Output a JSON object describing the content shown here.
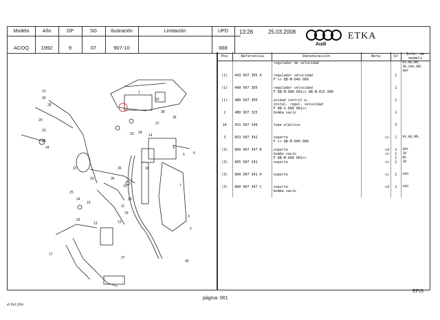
{
  "header": {
    "cols": [
      {
        "label": "Modelo",
        "value": "ACOQ"
      },
      {
        "label": "Año",
        "value": "1992"
      },
      {
        "label": "GP",
        "value": "9"
      },
      {
        "label": "SG",
        "value": "07"
      },
      {
        "label": "Ilustración",
        "value": "907-10"
      },
      {
        "label": "Limitación",
        "value": ""
      },
      {
        "label": "UPD",
        "value": "668"
      }
    ],
    "time": "13:26",
    "date": "25.03.2008",
    "brand": "Audi",
    "app": "ETKA"
  },
  "table": {
    "headers": [
      "Pos",
      "Referencia",
      "Denominación",
      "Nota",
      "St",
      "Info. de modelo"
    ],
    "rows": [
      {
        "pos": "",
        "ref": "",
        "den": [
          "regulador de velocidad"
        ],
        "nota": "",
        "st": "",
        "info": [
          "KV,NG,NM,",
          "3B,AAH,ABC",
          "ABY"
        ]
      },
      {
        "pos": "(1)",
        "ref": "443 907 305 A",
        "den": [
          "regulador velocidad",
          "F            >> 8B-M-040 000"
        ],
        "nota": "",
        "st": "1",
        "info": [
          ""
        ]
      },
      {
        "pos": "(1)",
        "ref": "4A0 907 305",
        "den": [
          "regulador velocidad",
          "F 8B-M-000 001>> 8B-N-015 000"
        ],
        "nota": "",
        "st": "1",
        "info": [
          ""
        ]
      },
      {
        "pos": "(1)",
        "ref": "4B0 907 305",
        "den": [
          "unidad control p.",
          "instal. regul. velocidad",
          "F 8B-S-000 001>>"
        ],
        "nota": "",
        "st": "1",
        "info": [
          ""
        ]
      },
      {
        "pos": "2",
        "ref": "4B0 907 325",
        "den": [
          "bomba vacío"
        ],
        "nota": "",
        "st": "1",
        "info": [
          ""
        ]
      },
      {
        "pos": "2A",
        "ref": "431 907 349",
        "den": [
          "tope elástico"
        ],
        "nota": "",
        "st": "3",
        "info": [
          ""
        ]
      },
      {
        "pos": "3",
        "ref": "893 907 341",
        "den": [
          "soporte",
          "F            >> 8B-M-040 000"
        ],
        "nota": "ci",
        "st": "1",
        "info": [
          "KV,NG,NM,"
        ]
      },
      {
        "pos": "(3)",
        "ref": "8A0 907 347 B",
        "den": [
          "soporte",
          "bomba vacío",
          "F 8B-M-000 001>>"
        ],
        "nota": "cd\nci",
        "st": "1\n1\n1",
        "info": [
          "ABY",
          "3B",
          "NG"
        ]
      },
      {
        "pos": "(3)",
        "ref": "895 907 341",
        "den": [
          "soporte"
        ],
        "nota": "ci",
        "st": "1",
        "info": [
          "3B"
        ]
      },
      {
        "pos": "(3)",
        "ref": "8A0 907 341 A",
        "den": [
          "soporte"
        ],
        "nota": "ci",
        "st": "1",
        "info": [
          "AAH"
        ]
      },
      {
        "pos": "(3)",
        "ref": "8A0 907 347 C",
        "den": [
          "soporte",
          "bomba vacío"
        ],
        "nota": "cd",
        "st": "1",
        "info": [
          "AAH"
        ]
      }
    ]
  },
  "diagram": {
    "labels": [
      "1",
      "2",
      "2A",
      "3",
      "4",
      "5",
      "6",
      "7",
      "10",
      "11",
      "12",
      "13",
      "14",
      "15",
      "16",
      "17",
      "18",
      "19",
      "20",
      "21",
      "22",
      "23",
      "24",
      "25",
      "26",
      "27",
      "28",
      "29",
      "30",
      "31",
      "32",
      "33",
      "34",
      "35",
      "36",
      "37",
      "38",
      "39",
      "40"
    ]
  },
  "footer": {
    "page": "página: 001",
    "left": "et bs1.frm",
    "right": "EPIS"
  }
}
